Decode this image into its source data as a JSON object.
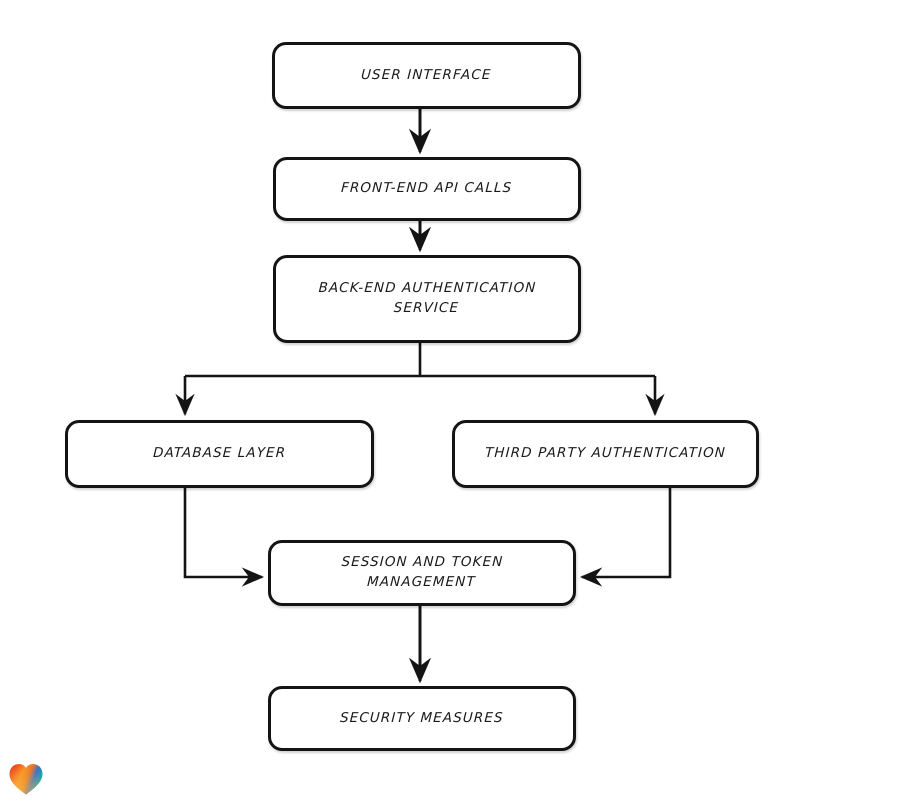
{
  "diagram": {
    "type": "flowchart",
    "background_color": "#ffffff",
    "stroke_color": "#141414",
    "text_color": "#1a1a1a",
    "style": "hand-drawn",
    "nodes": [
      {
        "id": "user-interface",
        "label": "User Interface"
      },
      {
        "id": "frontend-api",
        "label": "Front-End API Calls"
      },
      {
        "id": "backend-auth",
        "label": "Back-End Authentication\nService"
      },
      {
        "id": "database-layer",
        "label": "Database Layer"
      },
      {
        "id": "third-party-auth",
        "label": "Third Party Authentication"
      },
      {
        "id": "session-token",
        "label": "Session and Token\nManagement"
      },
      {
        "id": "security",
        "label": "Security Measures"
      }
    ],
    "edges": [
      {
        "from": "user-interface",
        "to": "frontend-api",
        "direction": "down"
      },
      {
        "from": "frontend-api",
        "to": "backend-auth",
        "direction": "down"
      },
      {
        "from": "backend-auth",
        "to": "database-layer",
        "direction": "down-left-branch"
      },
      {
        "from": "backend-auth",
        "to": "third-party-auth",
        "direction": "down-right-branch"
      },
      {
        "from": "database-layer",
        "to": "session-token",
        "direction": "down-then-right"
      },
      {
        "from": "third-party-auth",
        "to": "session-token",
        "direction": "down-then-left"
      },
      {
        "from": "session-token",
        "to": "security",
        "direction": "down"
      }
    ]
  },
  "watermark": {
    "icon": "heart-icon",
    "gradient": {
      "top_left": "#e8322a",
      "bottom_left": "#f79420",
      "top_right": "#2f7fd6",
      "right": "#18b3a8"
    }
  }
}
